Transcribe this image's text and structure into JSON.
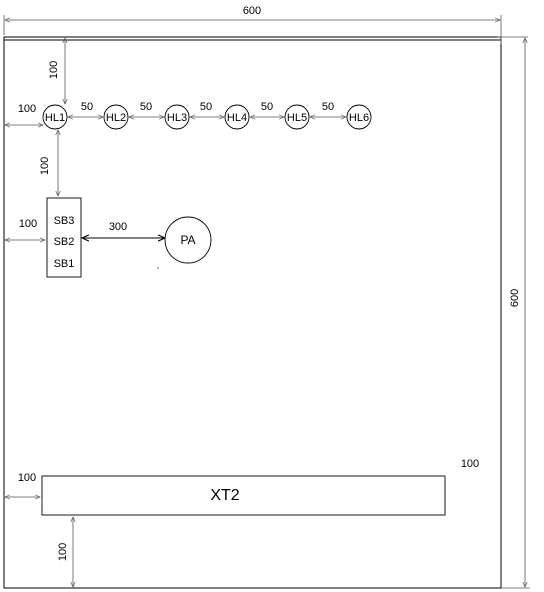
{
  "dimensions": {
    "top_width": "600",
    "right_height": "600",
    "hl1_top": "100",
    "hl1_left": "100",
    "lamp_gaps": [
      "50",
      "50",
      "50",
      "50",
      "50"
    ],
    "hl_to_sb": "100",
    "sb_left": "100",
    "sb_to_pa": "300",
    "xt2_left": "100",
    "xt2_right": "100",
    "xt2_bottom": "100"
  },
  "lamps": [
    "HL1",
    "HL2",
    "HL3",
    "HL4",
    "HL5",
    "HL6"
  ],
  "button_block": [
    "SB3",
    "SB2",
    "SB1"
  ],
  "pa_label": "PA",
  "terminal_label": "XT2"
}
